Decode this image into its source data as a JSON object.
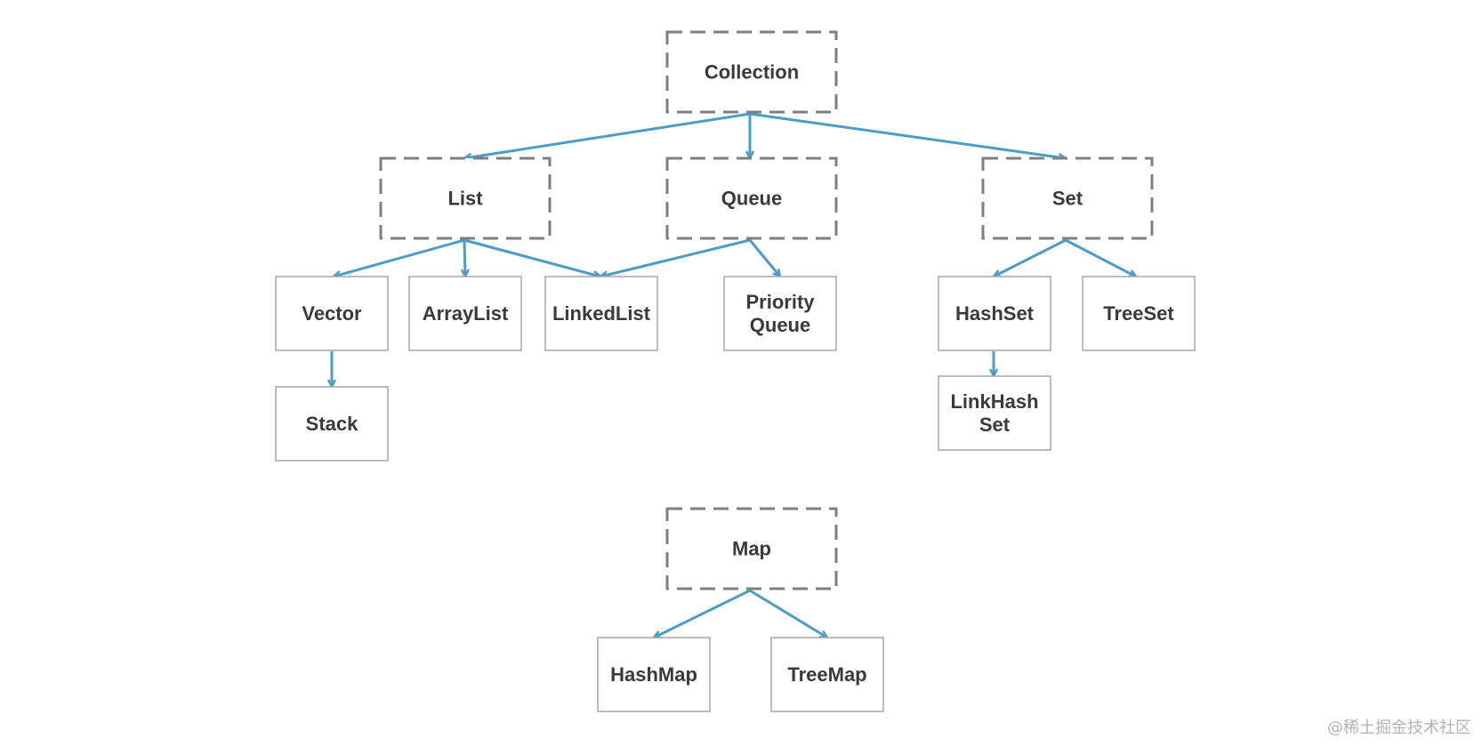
{
  "colors": {
    "edge": "#4a9dc6",
    "interface_border": "#7f7f7f",
    "class_border": "#a6a6a6",
    "label": "#3a3a3a",
    "background": "#ffffff"
  },
  "nodes": [
    {
      "id": "collection",
      "kind": "interface",
      "lines": [
        "Collection"
      ]
    },
    {
      "id": "list",
      "kind": "interface",
      "lines": [
        "List"
      ]
    },
    {
      "id": "queue",
      "kind": "interface",
      "lines": [
        "Queue"
      ]
    },
    {
      "id": "set",
      "kind": "interface",
      "lines": [
        "Set"
      ]
    },
    {
      "id": "vector",
      "kind": "class",
      "lines": [
        "Vector"
      ]
    },
    {
      "id": "arraylist",
      "kind": "class",
      "lines": [
        "ArrayList"
      ]
    },
    {
      "id": "linkedlist",
      "kind": "class",
      "lines": [
        "LinkedList"
      ]
    },
    {
      "id": "priorityqueue",
      "kind": "class",
      "lines": [
        "Priority",
        "Queue"
      ]
    },
    {
      "id": "hashset",
      "kind": "class",
      "lines": [
        "HashSet"
      ]
    },
    {
      "id": "treeset",
      "kind": "class",
      "lines": [
        "TreeSet"
      ]
    },
    {
      "id": "stack",
      "kind": "class",
      "lines": [
        "Stack"
      ]
    },
    {
      "id": "linkhashset",
      "kind": "class",
      "lines": [
        "LinkHash",
        "Set"
      ]
    },
    {
      "id": "map",
      "kind": "interface",
      "lines": [
        "Map"
      ]
    },
    {
      "id": "hashmap",
      "kind": "class",
      "lines": [
        "HashMap"
      ]
    },
    {
      "id": "treemap",
      "kind": "class",
      "lines": [
        "TreeMap"
      ]
    }
  ],
  "edges": [
    {
      "from": "collection",
      "to": "list"
    },
    {
      "from": "collection",
      "to": "queue"
    },
    {
      "from": "collection",
      "to": "set"
    },
    {
      "from": "list",
      "to": "vector"
    },
    {
      "from": "list",
      "to": "arraylist"
    },
    {
      "from": "list",
      "to": "linkedlist"
    },
    {
      "from": "queue",
      "to": "linkedlist"
    },
    {
      "from": "queue",
      "to": "priorityqueue"
    },
    {
      "from": "set",
      "to": "hashset"
    },
    {
      "from": "set",
      "to": "treeset"
    },
    {
      "from": "vector",
      "to": "stack"
    },
    {
      "from": "hashset",
      "to": "linkhashset"
    },
    {
      "from": "map",
      "to": "hashmap"
    },
    {
      "from": "map",
      "to": "treemap"
    }
  ],
  "watermark": "@稀土掘金技术社区"
}
